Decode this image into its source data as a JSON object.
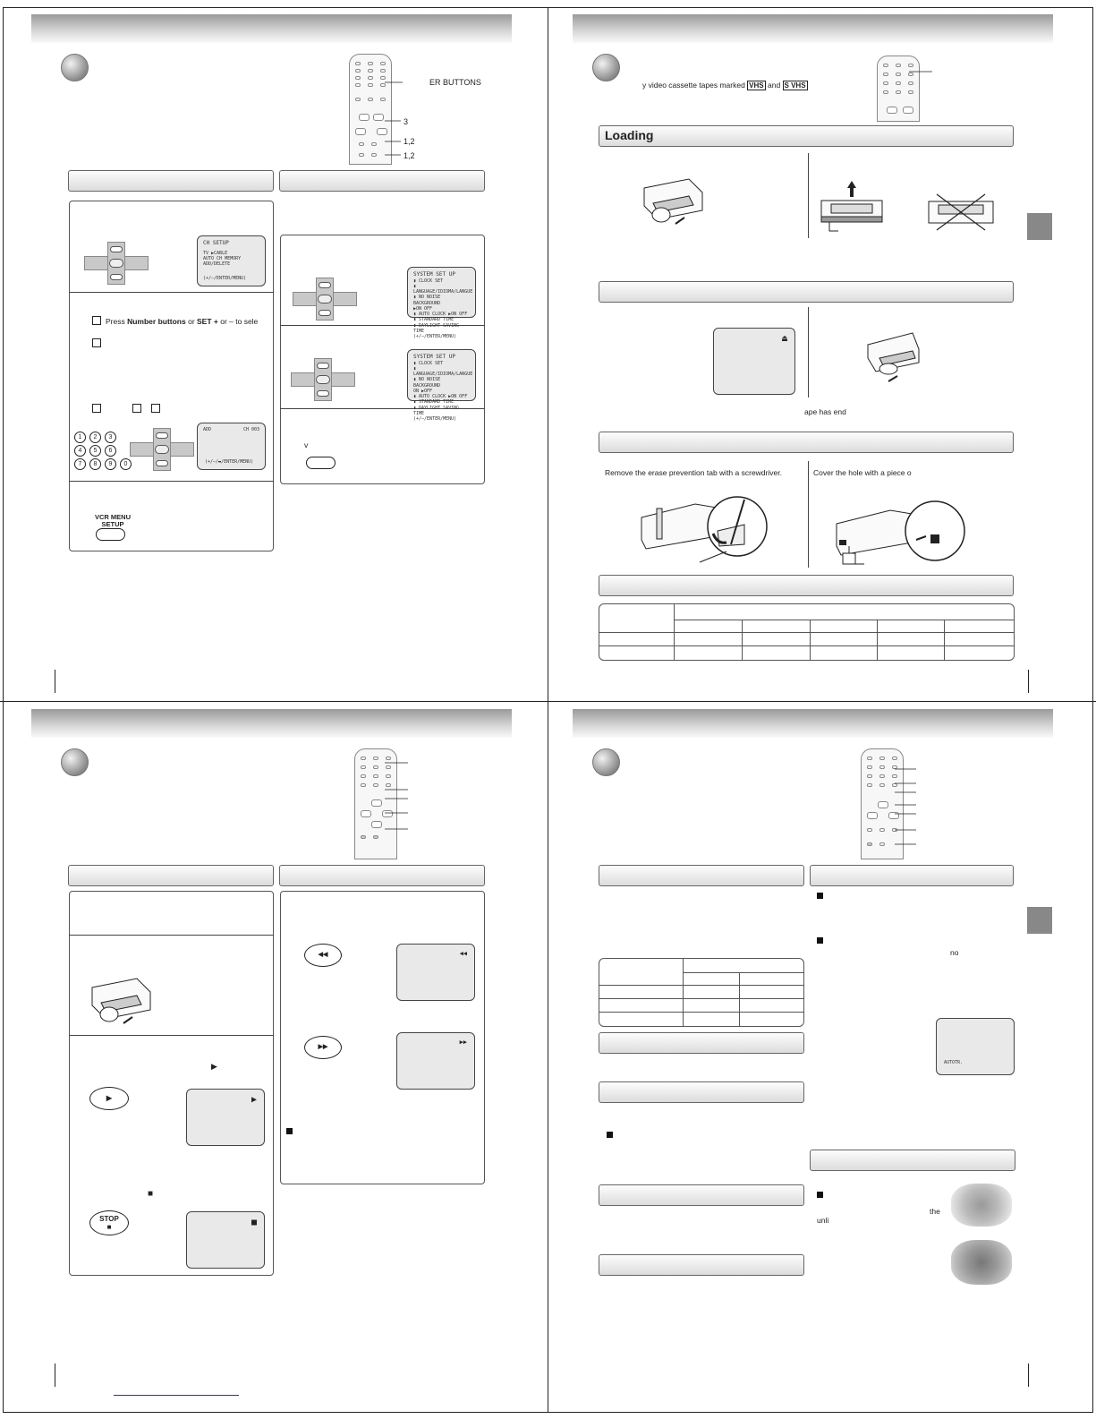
{
  "top_left": {
    "remote_callouts": [
      "ER BUTTONS",
      "3",
      "1,2",
      "1,2"
    ],
    "step_text": {
      "prefix": "Press ",
      "number_buttons": "Number buttons",
      "or": " or ",
      "set": "SET +",
      "tail": " or – to sele"
    },
    "button_label": "VCR MENU\nSETUP",
    "ch_setup_screen": {
      "title": "CH SETUP",
      "line1": "TV  ▶CABLE",
      "line2": "AUTO CH MEMORY",
      "line3": "ADD/DELETE",
      "footer": "(+/–/ENTER/MENU)"
    },
    "add_screen": {
      "left": "ADD",
      "right": "CH 003",
      "footer": "(+/–/▬/ENTER/MENU)"
    },
    "system_screen_1": {
      "title": "SYSTEM SET UP",
      "lines": [
        "▮ CLOCK SET",
        "▮ LANGUAGE/IDIOMA/LANGUE",
        "▮ NO NOISE BACKGROUND",
        "  ▶ON  OFF",
        "▮ AUTO CLOCK   ▶ON  OFF",
        "▮ STANDARD TIME",
        "▮ DAYLIGHT SAVING TIME"
      ],
      "footer": "(+/–/ENTER/MENU)"
    },
    "system_screen_2": {
      "title": "SYSTEM SET UP",
      "lines": [
        "▮ CLOCK SET",
        "▮ LANGUAGE/IDIOMA/LANGUE",
        "▮ NO NOISE BACKGROUND",
        "  ON ▶OFF",
        "▮ AUTO CLOCK   ▶ON  OFF",
        "▮ STANDARD TIME",
        "▮ DAYLIGHT SAVING TIME"
      ],
      "footer": "(+/–/ENTER/MENU)"
    },
    "v_label": "v"
  },
  "top_right": {
    "intro_text": "y video cassette tapes marked ",
    "logo_vhs": "VHS",
    "and": " and ",
    "logo_svhs": "S VHS",
    "loading_header": "Loading",
    "eject_icon": "⏏",
    "tape_end_text": "ape has end",
    "erase_text": "Remove the erase prevention tab with a screwdriver.",
    "cover_text": "Cover the hole with a piece o"
  },
  "bottom_left": {
    "play_icon": "▶",
    "stop_label": "STOP",
    "stop_icon": "■",
    "rew_icon": "◀◀",
    "ff_icon": "▶▶",
    "rew_osd": "◀◀",
    "ff_osd": "▶▶"
  },
  "bottom_right": {
    "no_text": "no",
    "autotr_text": "AUTOTR.",
    "the_text": "the",
    "unli_text": "unli"
  }
}
